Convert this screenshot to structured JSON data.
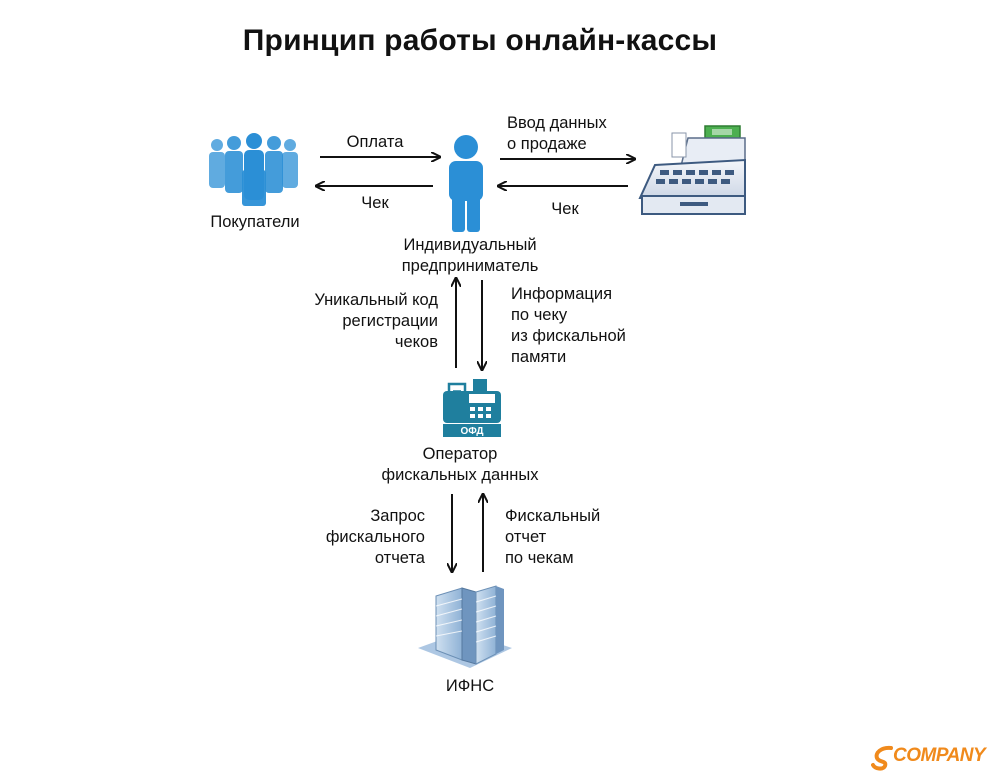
{
  "title": "Принцип работы онлайн-кассы",
  "nodes": {
    "buyers": "Покупатели",
    "entrepreneur": [
      "Индивидуальный",
      "предприниматель"
    ],
    "ofd": [
      "Оператор",
      "фискальных данных"
    ],
    "ofd_badge": "ОФД",
    "ifns": "ИФНС"
  },
  "flows": {
    "payment": "Оплата",
    "receipt_to_buyer": "Чек",
    "sale_data": [
      "Ввод данных",
      "о продаже"
    ],
    "receipt_from_register": "Чек",
    "reg_code": [
      "Уникальный код",
      "регистрации",
      "чеков"
    ],
    "receipt_info": [
      "Информация",
      "по чеку",
      "из фискальной",
      "памяти"
    ],
    "report_request": [
      "Запрос",
      "фискального",
      "отчета"
    ],
    "fiscal_report": [
      "Фискальный",
      "отчет",
      "по чекам"
    ]
  },
  "logo": {
    "text": "COMPANY",
    "color": "#f08a1c"
  },
  "colors": {
    "people": "#2b8fd6",
    "ofd": "#1f7f9e",
    "arrow": "#111111"
  }
}
